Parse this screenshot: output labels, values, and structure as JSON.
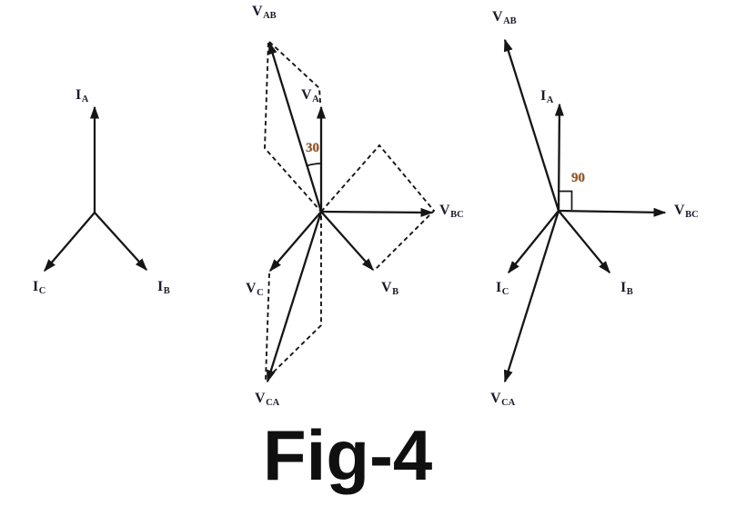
{
  "caption": "Fig-4",
  "colors": {
    "line": "#161616",
    "label": "#1b1b2b",
    "angle": "#9a5418"
  },
  "diagrams": {
    "currents": {
      "phasors": [
        {
          "main": "I",
          "sub": "A"
        },
        {
          "main": "I",
          "sub": "B"
        },
        {
          "main": "I",
          "sub": "C"
        }
      ]
    },
    "voltages": {
      "angle_label": "30",
      "phasors": [
        {
          "main": "V",
          "sub": "AB"
        },
        {
          "main": "V",
          "sub": "A"
        },
        {
          "main": "V",
          "sub": "BC"
        },
        {
          "main": "V",
          "sub": "B"
        },
        {
          "main": "V",
          "sub": "C"
        },
        {
          "main": "V",
          "sub": "CA"
        }
      ]
    },
    "combined": {
      "angle_label": "90",
      "phasors": [
        {
          "main": "V",
          "sub": "AB"
        },
        {
          "main": "I",
          "sub": "A"
        },
        {
          "main": "V",
          "sub": "BC"
        },
        {
          "main": "I",
          "sub": "B"
        },
        {
          "main": "I",
          "sub": "C"
        },
        {
          "main": "V",
          "sub": "CA"
        }
      ]
    }
  }
}
